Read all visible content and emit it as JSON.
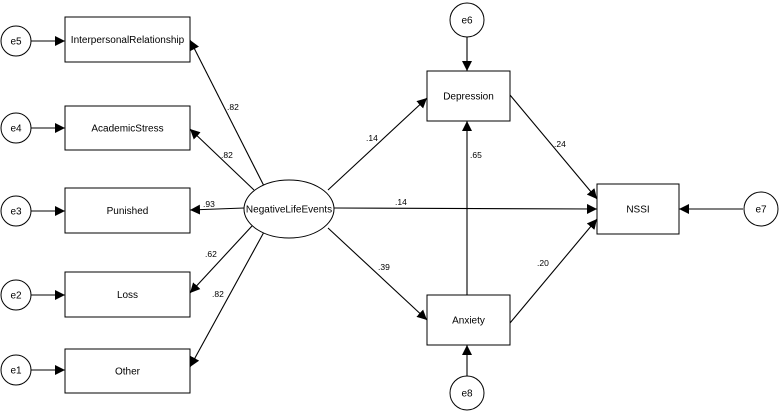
{
  "nodes": {
    "negative_life_events": "NegativeLifeEvents",
    "interpersonal_relationship": "InterpersonalRelationship",
    "academic_stress": "AcademicStress",
    "punished": "Punished",
    "loss": "Loss",
    "other": "Other",
    "depression": "Depression",
    "anxiety": "Anxiety",
    "nssi": "NSSI",
    "e1": "e1",
    "e2": "e2",
    "e3": "e3",
    "e4": "e4",
    "e5": "e5",
    "e6": "e6",
    "e7": "e7",
    "e8": "e8"
  },
  "coefficients": {
    "nle_interpersonal": ".82",
    "nle_academic": ".82",
    "nle_punished": ".93",
    "nle_loss": ".62",
    "nle_other": ".82",
    "nle_depression": ".14",
    "nle_nssi": ".14",
    "nle_anxiety": ".39",
    "anxiety_depression": ".65",
    "depression_nssi": ".24",
    "anxiety_nssi": ".20"
  }
}
